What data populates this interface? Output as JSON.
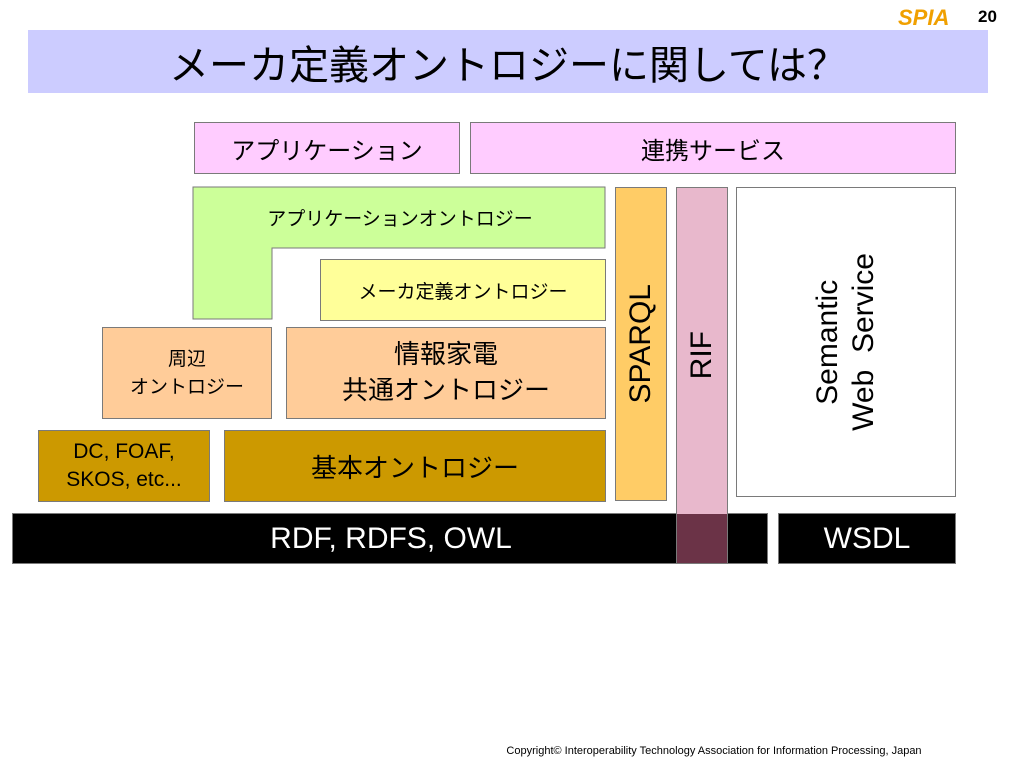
{
  "header": {
    "title": "メーカ定義オントロジーに関しては？",
    "logo_text": "SPIA",
    "page_number": "20"
  },
  "diagram": {
    "application": "アプリケーション",
    "linkage_services": "連携サービス",
    "application_ontology": "アプリケーションオントロジー",
    "maker_ontology": "メーカ定義オントロジー",
    "peripheral_ontology": [
      "周辺",
      "オントロジー"
    ],
    "appliance_ontology": [
      "情報家電",
      "共通オントロジー"
    ],
    "external_vocab": [
      "DC, FOAF,",
      "SKOS, etc..."
    ],
    "base_ontology": "基本オントロジー",
    "sparql": "SPARQL",
    "rif": "RIF",
    "semantic_web_service": [
      "Semantic",
      "Web  Service"
    ],
    "rdf_layer": "RDF, RDFS, OWL",
    "wsdl": "WSDL"
  },
  "footer": {
    "copyright": "Copyright© Interoperability Technology Association for Information Processing, Japan"
  }
}
